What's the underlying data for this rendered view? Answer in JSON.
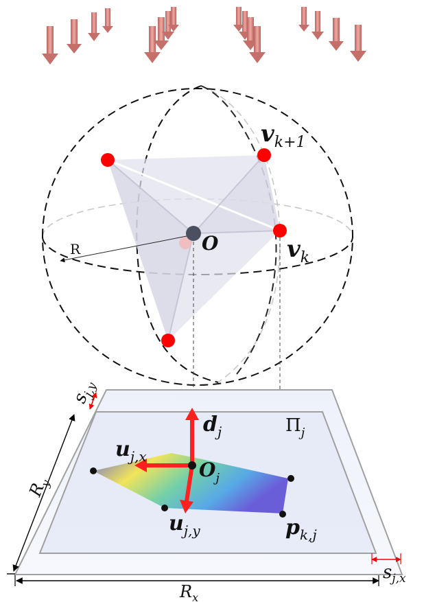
{
  "labels": {
    "v_k1_main": "v",
    "v_k1_sub": "k+1",
    "v_k_main": "v",
    "v_k_sub": "k",
    "origin": "O",
    "radius": "R",
    "d_main": "d",
    "d_sub": "j",
    "pi_main": "Π",
    "pi_sub": "j",
    "ux_main": "u",
    "ux_sub": "j,x",
    "uy_main": "u",
    "uy_sub": "j,y",
    "oj_main": "O",
    "oj_sub": "j",
    "p_main": "p",
    "p_sub": "k,j",
    "ry_main": "R",
    "ry_sub": "y",
    "rx_main": "R",
    "rx_sub": "x",
    "sjy_main": "s",
    "sjy_sub": "j,y",
    "sjx_main": "s",
    "sjx_sub": "j,x"
  },
  "colors": {
    "vertex": "#ff0000",
    "arrow": "#ff2020",
    "origin": "#4a5060",
    "plane_edge": "#a0a0a0",
    "incoming_arrow": "#d88a85"
  }
}
